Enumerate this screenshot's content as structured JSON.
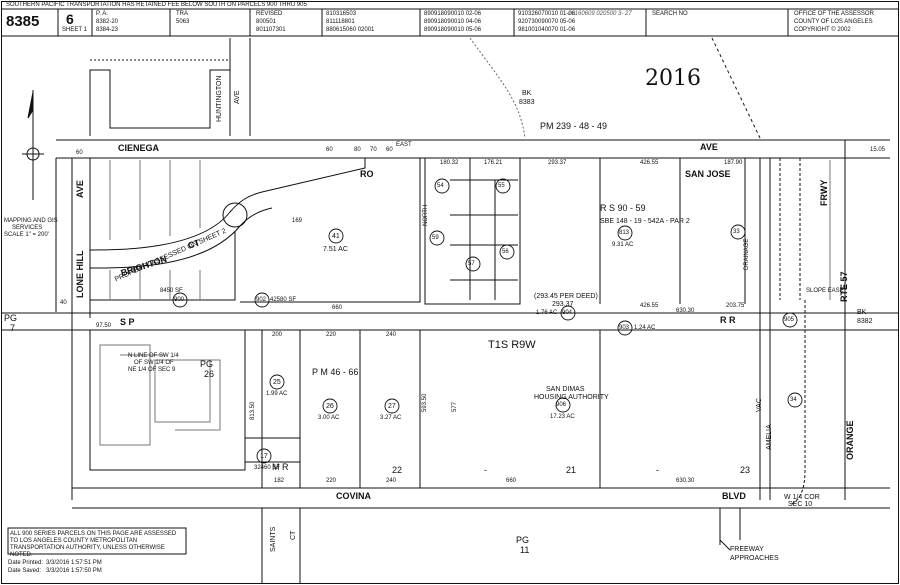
{
  "header": {
    "top_note": "SOUTHERN PACIFIC TRANSPORTATION HAS RETAINED FEE BELOW SOUTH ON PARCELS 900 THRU 905",
    "map_book": "8385",
    "page": "6",
    "sheet": "SHEET 1",
    "pa_label": "P. A.",
    "pa_values": [
      "8382-20",
      "8384-23"
    ],
    "tra_label": "TRA",
    "tra_value": "5063",
    "revised_label": "REVISED",
    "revised_values": [
      "800501",
      "801107301"
    ],
    "col1_values": [
      "810316503",
      "811118801",
      "880615060 02001"
    ],
    "col2_values": [
      "890918090010 02-06",
      "890918090010 04-06",
      "890918090010 05-06"
    ],
    "col3_values": [
      "910326070010 01-06",
      "920730090070 05-06",
      "981001040070 01-06"
    ],
    "col4_value": "20160609 020500 3- 27",
    "search_no_label": "SEARCH NO",
    "office": [
      "OFFICE OF THE ASSESSOR",
      "COUNTY OF LOS ANGELES",
      "COPYRIGHT © 2002"
    ]
  },
  "map": {
    "year_stamp": "2016",
    "streets": {
      "cienega": "CIENEGA",
      "ave": "AVE",
      "ro": "RO",
      "san_jose": "SAN JOSE",
      "huntington": "HUNTINGTON",
      "huntington_ave": "AVE",
      "brighton": "BRIGHTON",
      "ct": "CT",
      "lone_hill": "LONE HILL",
      "lone_hill_ave": "AVE",
      "covina": "COVINA",
      "blvd": "BLVD",
      "saints": "SAINTS",
      "saints_ct": "CT",
      "frwy": "FRWY",
      "rte": "RTE 57",
      "orange": "ORANGE",
      "amelia": "AMELIA",
      "vac": "VAC",
      "freeway_approaches": [
        "FREEWAY",
        "APPROACHES"
      ]
    },
    "refs": {
      "bk_8383": [
        "BK",
        "8383"
      ],
      "bk_8382": [
        "BK",
        "8382"
      ],
      "pg_7": [
        "PG",
        "7"
      ],
      "pg_26": [
        "PG",
        "26"
      ],
      "pg_11": [
        "PG",
        "11"
      ],
      "pm_239": "PM 239 - 48 - 49",
      "pm_46": "P M   46 - 66",
      "rs_90": "R S   90 - 59",
      "sbe": "SBE 148 - 19 - 542A - PAR 2",
      "township": "T1S  R9W",
      "sp": "S   P",
      "rr": "R   R",
      "mr": "M R",
      "east": "EAST",
      "north": "NORTH",
      "sec": [
        "22",
        "21",
        "23"
      ],
      "dash": "-"
    },
    "parcels": [
      {
        "id": "41",
        "area": "7.51 AC"
      },
      {
        "id": "902",
        "area": "42580 SF"
      },
      {
        "id": "900",
        "area": "8450 SF"
      },
      {
        "id": "25",
        "area": "1.99 AC"
      },
      {
        "id": "26",
        "area": "3.00 AC"
      },
      {
        "id": "27",
        "area": "3.27 AC"
      },
      {
        "id": "906",
        "area": "17.23 AC"
      },
      {
        "id": "813",
        "area": "9.31 AC"
      },
      {
        "id": "17",
        "area": "32460 SF"
      },
      {
        "id": "904",
        "area": "1.76 AC"
      },
      {
        "id": "903",
        "area": "1.24 AC"
      },
      {
        "id": "54",
        "area": ""
      },
      {
        "id": "55",
        "area": ""
      },
      {
        "id": "59",
        "area": ""
      },
      {
        "id": "57",
        "area": ""
      },
      {
        "id": "56",
        "area": ""
      },
      {
        "id": "33",
        "area": ""
      },
      {
        "id": "34",
        "area": ""
      },
      {
        "id": "905",
        "area": ""
      }
    ],
    "notes": {
      "property_assessed": "PROPERTY ASSESSED ON SHEET 2",
      "san_dimas": [
        "SAN DIMAS",
        "HOUSING AUTHORITY"
      ],
      "n_line": [
        "N LINE OF SW 1/4",
        "OF SW 1/4 OF",
        "NE 1/4 OF SEC 9"
      ],
      "per_deed": "(293.45 PER DEED)",
      "per_deed_val": "293.37",
      "slope_ease": "SLOPE EASE",
      "drainage": "DRAINAGE",
      "sidebar_mapping": [
        "MAPPING AND GIS",
        "SERVICES",
        "SCALE 1\" = 200'"
      ],
      "w_cor": [
        "W 1/4 COR",
        "SEC 10"
      ]
    },
    "dimensions": [
      "60",
      "80",
      "70",
      "60",
      "180.32",
      "176.21",
      "293.37",
      "426.55",
      "187.90",
      "169",
      "660",
      "426.55",
      "203.75",
      "97.50",
      "200",
      "220",
      "240",
      "630.30",
      "182",
      "220",
      "240",
      "660",
      "630.30",
      "593.50",
      "577",
      "813.50",
      "15.05",
      "60",
      "40"
    ]
  },
  "footer": {
    "notice": "ALL 900 SERIES PARCELS ON THIS PAGE ARE ASSESSED TO LOS ANGELES COUNTY METROPOLITAN TRANSPORTATION AUTHORITY, UNLESS OTHERWISE NOTED.",
    "date_printed_label": "Date Printed:",
    "date_printed": "3/3/2016 1:57:51 PM",
    "date_saved_label": "Date Saved:",
    "date_saved": "3/3/2016 1:57:50 PM"
  }
}
